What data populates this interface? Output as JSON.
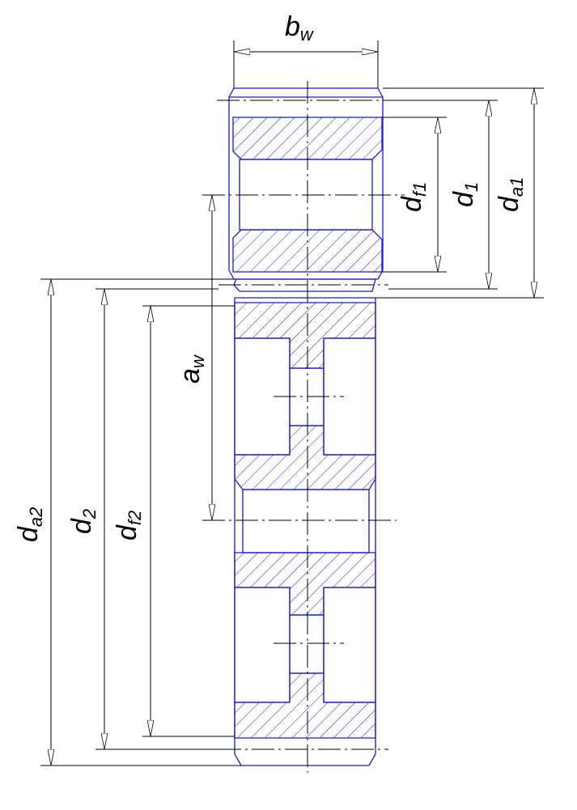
{
  "labels": {
    "bw": {
      "main": "b",
      "sub": "w"
    },
    "aw": {
      "main": "a",
      "sub": "w"
    },
    "df1": {
      "main": "d",
      "sub": "f1"
    },
    "d1": {
      "main": "d",
      "sub": "1"
    },
    "da1": {
      "main": "d",
      "sub": "a1"
    },
    "da2": {
      "main": "d",
      "sub": "a2"
    },
    "d2": {
      "main": "d",
      "sub": "2"
    },
    "df2": {
      "main": "d",
      "sub": "f2"
    }
  },
  "colors": {
    "outline": "#1a1ad0",
    "dimension": "#000000"
  }
}
